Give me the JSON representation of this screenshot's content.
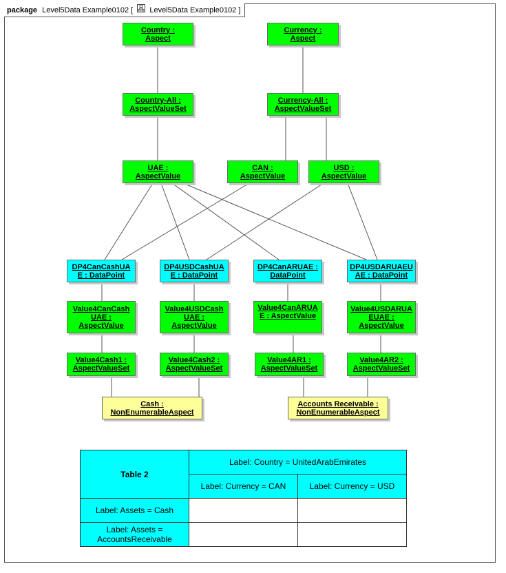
{
  "header": {
    "keyword": "package",
    "name": "Level5Data Example0102",
    "open_bracket": "[",
    "diagram_name": "Level5Data Example0102",
    "close_bracket": "]"
  },
  "nodes": {
    "country": {
      "line1": "Country :",
      "line2": "Aspect"
    },
    "currency": {
      "line1": "Currency :",
      "line2": "Aspect"
    },
    "country_all": {
      "line1": "Country-All :",
      "line2": "AspectValueSet"
    },
    "currency_all": {
      "line1": "Currency-All :",
      "line2": "AspectValueSet"
    },
    "uae": {
      "line1": "UAE :",
      "line2": "AspectValue"
    },
    "can": {
      "line1": "CAN :",
      "line2": "AspectValue"
    },
    "usd": {
      "line1": "USD :",
      "line2": "AspectValue"
    },
    "dp_can_cash": {
      "line1": "DP4CanCashUA",
      "line2": "E : DataPoint"
    },
    "dp_usd_cash": {
      "line1": "DP4USDCashUA",
      "line2": "E : DataPoint"
    },
    "dp_can_ar": {
      "line1": "DP4CanARUAE :",
      "line2": "DataPoint"
    },
    "dp_usd_ar": {
      "line1": "DP4USDARUAEU",
      "line2": "AE : DataPoint"
    },
    "v_can_cash": {
      "line1": "Value4CanCash",
      "line2": "UAE :",
      "line3": "AspectValue"
    },
    "v_usd_cash": {
      "line1": "Value4USDCash",
      "line2": "UAE :",
      "line3": "AspectValue"
    },
    "v_can_ar": {
      "line1": "Value4CanARUA",
      "line2": "E : AspectValue"
    },
    "v_usd_ar": {
      "line1": "Value4USDARUA",
      "line2": "EUAE :",
      "line3": "AspectValue"
    },
    "cash1": {
      "line1": "Value4Cash1 :",
      "line2": "AspectValueSet"
    },
    "cash2": {
      "line1": "Value4Cash2 :",
      "line2": "AspectValueSet"
    },
    "ar1": {
      "line1": "Value4AR1 :",
      "line2": "AspectValueSet"
    },
    "ar2": {
      "line1": "Value4AR2 :",
      "line2": "AspectValueSet"
    },
    "cash": {
      "line1": "Cash :",
      "line2": "NonEnumerableAspect"
    },
    "ar": {
      "line1": "Accounts Receivable :",
      "line2": "NonEnumerableAspect"
    }
  },
  "table": {
    "title": "Table 2",
    "country_label": "Label: Country = UnitedArabEmirates",
    "col_can": "Label: Currency = CAN",
    "col_usd": "Label: Currency = USD",
    "row_cash": "Label: Assets = Cash",
    "row_ar_line1": "Label: Assets =",
    "row_ar_line2": "AccountsReceivable"
  },
  "colors": {
    "aspect_value": "#00ff00",
    "data_point": "#00ffff",
    "non_enumerable": "#ffff99",
    "table_header": "#00ffff"
  }
}
